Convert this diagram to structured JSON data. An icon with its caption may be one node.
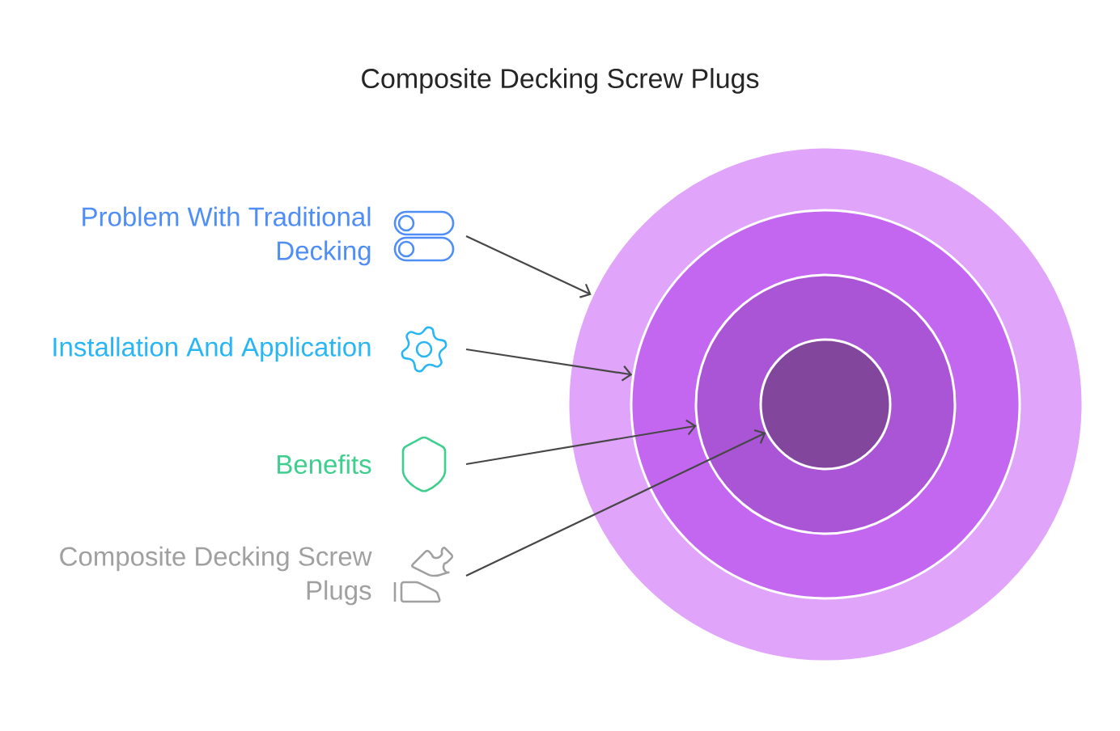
{
  "diagram": {
    "title": "Composite Decking Screw Plugs",
    "nodes": [
      {
        "text": [],
        "shape": "circle"
      },
      {
        "text": [],
        "shape": "circle",
        "in": 0
      },
      {
        "text": [],
        "shape": "circle",
        "in": 1
      },
      {
        "text": [],
        "shape": "circle",
        "in": 2
      },
      {
        "text": [
          "Problem With Traditional Decking"
        ]
      },
      {
        "text": [
          "Installation And Application"
        ]
      },
      {
        "text": [
          "Benefits"
        ]
      },
      {
        "text": [
          "Composite Decking Screw Plugs"
        ]
      }
    ],
    "edges": [
      {
        "from": 4,
        "to": 0,
        "arrow": "to"
      },
      {
        "from": 5,
        "to": 1,
        "arrow": "to"
      },
      {
        "from": 6,
        "to": 2,
        "arrow": "to"
      },
      {
        "from": 7,
        "to": 3,
        "arrow": "to"
      }
    ]
  }
}
